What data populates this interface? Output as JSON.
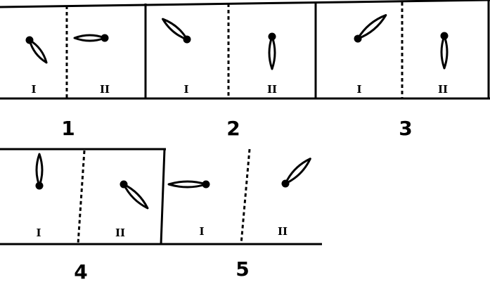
{
  "options": [
    {
      "number": "1",
      "left_label": "I",
      "right_label": "II"
    },
    {
      "number": "2",
      "left_label": "I",
      "right_label": "II"
    },
    {
      "number": "3",
      "left_label": "I",
      "right_label": "II"
    },
    {
      "number": "4",
      "left_label": "I",
      "right_label": "II"
    },
    {
      "number": "5",
      "left_label": "I",
      "right_label": "II"
    }
  ],
  "colors": {
    "ink": "#000000",
    "background": "#ffffff"
  }
}
